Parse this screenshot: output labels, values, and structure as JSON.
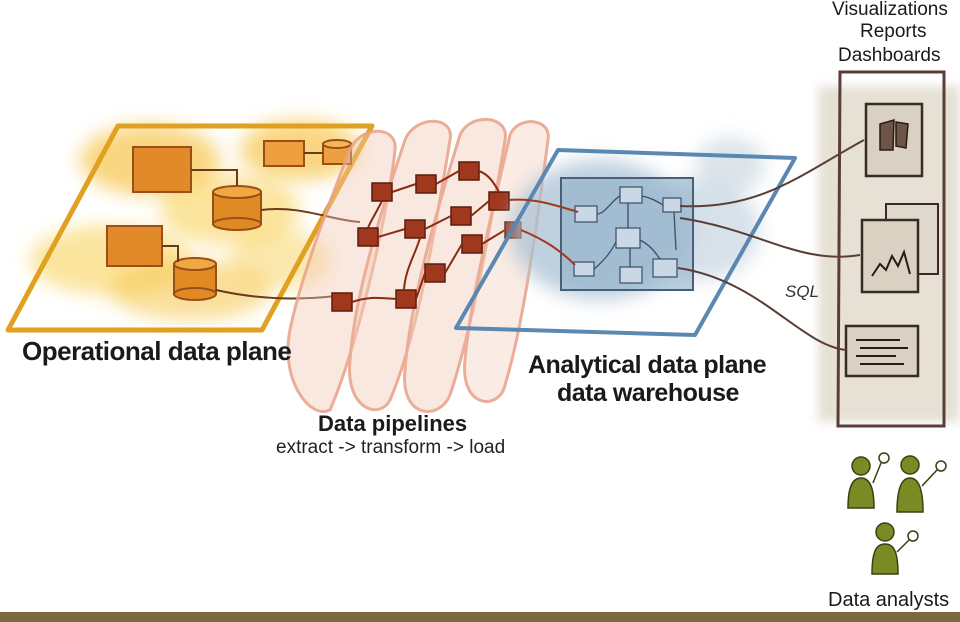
{
  "labels": {
    "operational": "Operational data plane",
    "pipelines_title": "Data pipelines",
    "pipelines_sub": "extract -> transform -> load",
    "analytical_line1": "Analytical data plane",
    "analytical_line2": "data warehouse",
    "viz_line1": "Visualizations",
    "viz_line2": "Reports",
    "viz_line3": "Dashboards",
    "sql": "SQL",
    "analysts": "Data analysts"
  },
  "colors": {
    "operational_plane": "#e0a020",
    "operational_blob": "#f5c23a",
    "database": "#d07a1c",
    "pipeline": "#e9a58c",
    "pipeline_node": "#a0381e",
    "warehouse_plane": "#5b88b0",
    "warehouse_blob": "#9fb9cf",
    "consumer_frame": "#5a3e36",
    "consumer_bg": "#e6e1d5",
    "analyst": "#7a8a24",
    "bottom_bar": "#7a6a3c"
  }
}
